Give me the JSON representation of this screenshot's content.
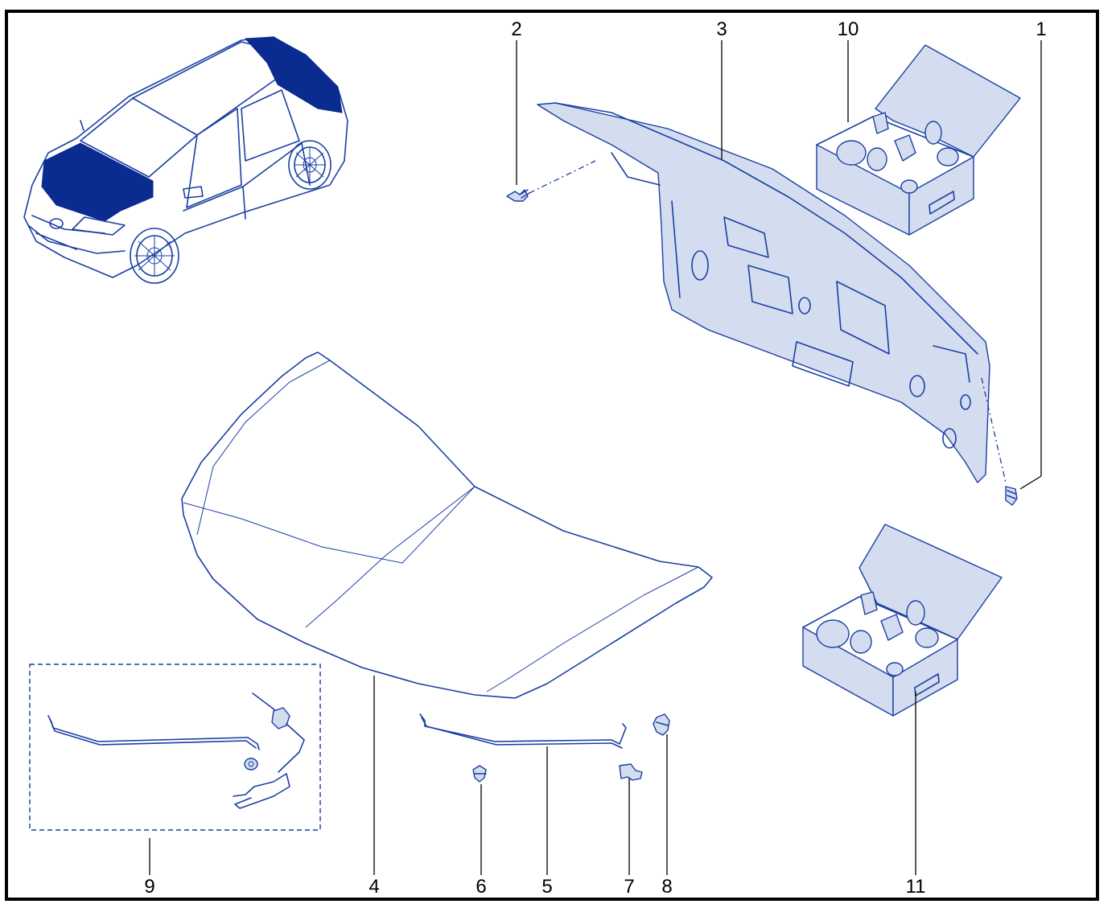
{
  "colors": {
    "line": "#1a3fa3",
    "fill": "#d4ddf0",
    "highlight": "#0a2b8f",
    "frame": "#000000"
  },
  "parts": [
    {
      "id": "1",
      "label": "1"
    },
    {
      "id": "2",
      "label": "2"
    },
    {
      "id": "3",
      "label": "3"
    },
    {
      "id": "4",
      "label": "4"
    },
    {
      "id": "5",
      "label": "5"
    },
    {
      "id": "6",
      "label": "6"
    },
    {
      "id": "7",
      "label": "7"
    },
    {
      "id": "8",
      "label": "8"
    },
    {
      "id": "9",
      "label": "9"
    },
    {
      "id": "10",
      "label": "10"
    },
    {
      "id": "11",
      "label": "11"
    }
  ]
}
